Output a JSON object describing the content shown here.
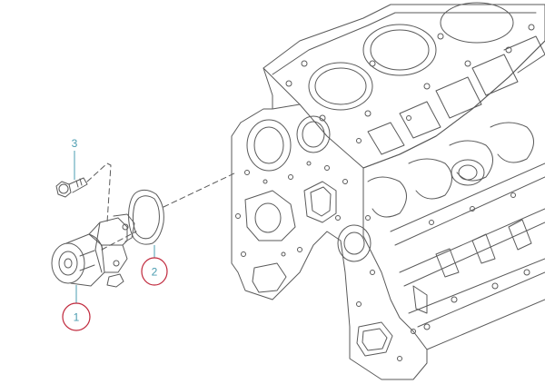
{
  "diagram": {
    "line_color": "#5a5a5a",
    "callout_line_color": "#4a9cb0",
    "circle_color": "#c0283c",
    "callouts": [
      {
        "label": "1",
        "part": "water-pump",
        "circled": true
      },
      {
        "label": "2",
        "part": "gasket",
        "circled": true
      },
      {
        "label": "3",
        "part": "bolt",
        "circled": false
      }
    ]
  }
}
